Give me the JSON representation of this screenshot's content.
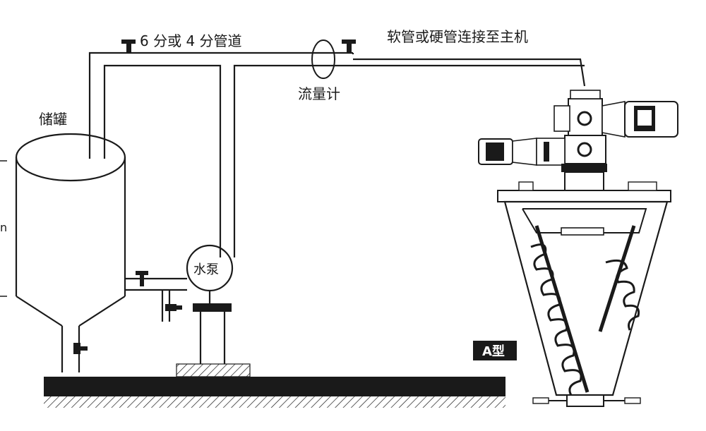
{
  "labels": {
    "pipe_spec": "6 分或 4 分管道",
    "hose_note": "软管或硬管连接至主机",
    "flowmeter": "流量计",
    "tank": "储罐",
    "pump": "水泵",
    "model": "A型",
    "edge_mark": "n"
  },
  "colors": {
    "line": "#1a1a1a",
    "background": "#ffffff",
    "model_badge": "#1a1a1a",
    "model_badge_text": "#ffffff"
  }
}
